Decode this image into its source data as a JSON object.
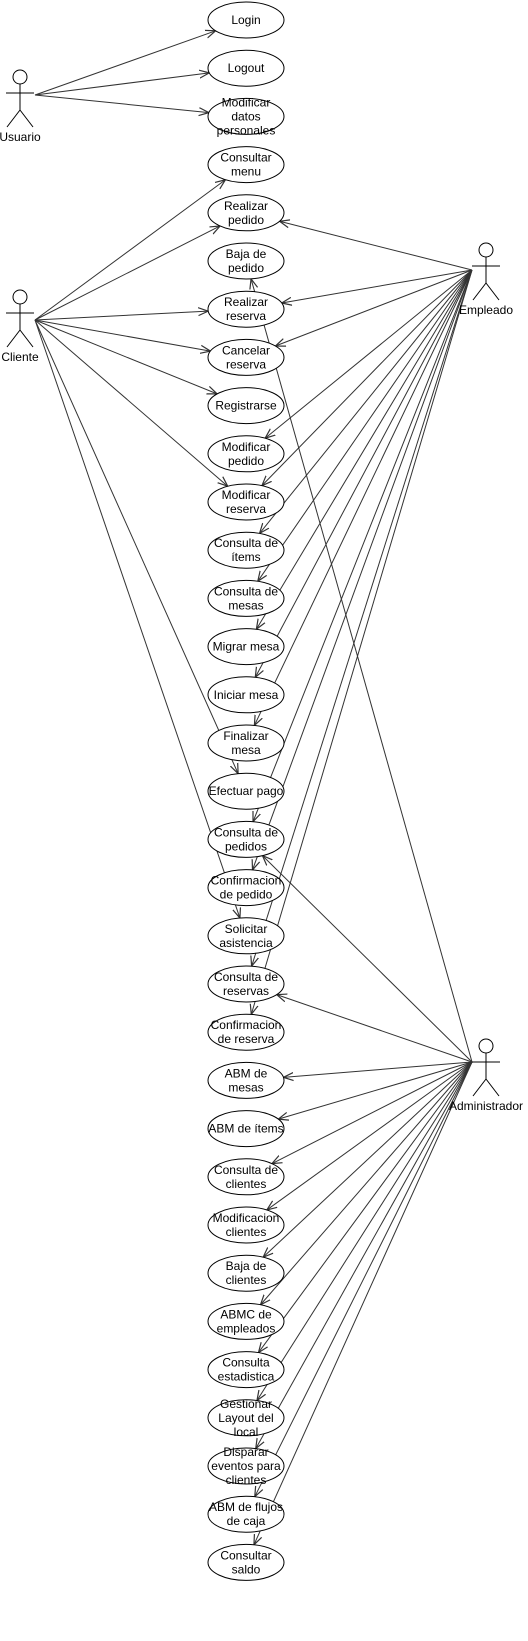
{
  "colors": {
    "line": "#333333",
    "stroke": "#000000",
    "fill": "#ffffff"
  },
  "actors": [
    {
      "id": "usuario",
      "label": "Usuario"
    },
    {
      "id": "cliente",
      "label": "Cliente"
    },
    {
      "id": "empleado",
      "label": "Empleado"
    },
    {
      "id": "administrador",
      "label": "Administrador"
    }
  ],
  "use_cases": [
    {
      "id": "login",
      "lines": [
        "Login"
      ]
    },
    {
      "id": "logout",
      "lines": [
        "Logout"
      ]
    },
    {
      "id": "modificar-datos",
      "lines": [
        "Modificar",
        "datos",
        "personales"
      ]
    },
    {
      "id": "consultar-menu",
      "lines": [
        "Consultar",
        "menu"
      ]
    },
    {
      "id": "realizar-pedido",
      "lines": [
        "Realizar",
        "pedido"
      ]
    },
    {
      "id": "baja-pedido",
      "lines": [
        "Baja de",
        "pedido"
      ]
    },
    {
      "id": "realizar-reserva",
      "lines": [
        "Realizar",
        "reserva"
      ]
    },
    {
      "id": "cancelar-reserva",
      "lines": [
        "Cancelar",
        "reserva"
      ]
    },
    {
      "id": "registrarse",
      "lines": [
        "Registrarse"
      ]
    },
    {
      "id": "modificar-pedido",
      "lines": [
        "Modificar",
        "pedido"
      ]
    },
    {
      "id": "modificar-reserva",
      "lines": [
        "Modificar",
        "reserva"
      ]
    },
    {
      "id": "consulta-items",
      "lines": [
        "Consulta de",
        "ítems"
      ]
    },
    {
      "id": "consulta-mesas",
      "lines": [
        "Consulta de",
        "mesas"
      ]
    },
    {
      "id": "migrar-mesa",
      "lines": [
        "Migrar mesa"
      ]
    },
    {
      "id": "iniciar-mesa",
      "lines": [
        "Iniciar mesa"
      ]
    },
    {
      "id": "finalizar-mesa",
      "lines": [
        "Finalizar",
        "mesa"
      ]
    },
    {
      "id": "efectuar-pago",
      "lines": [
        "Efectuar pago"
      ]
    },
    {
      "id": "consulta-pedidos",
      "lines": [
        "Consulta de",
        "pedidos"
      ]
    },
    {
      "id": "confirmacion-pedido",
      "lines": [
        "Confirmacion",
        "de pedido"
      ]
    },
    {
      "id": "solicitar-asistencia",
      "lines": [
        "Solicitar",
        "asistencia"
      ]
    },
    {
      "id": "consulta-reservas",
      "lines": [
        "Consulta de",
        "reservas"
      ]
    },
    {
      "id": "confirmacion-reserva",
      "lines": [
        "Confirmacion",
        "de reserva"
      ]
    },
    {
      "id": "abm-mesas",
      "lines": [
        "ABM de",
        "mesas"
      ]
    },
    {
      "id": "abm-items",
      "lines": [
        "ABM de ítems"
      ]
    },
    {
      "id": "consulta-clientes",
      "lines": [
        "Consulta de",
        "clientes"
      ]
    },
    {
      "id": "modificacion-clientes",
      "lines": [
        "Modificacion",
        "clientes"
      ]
    },
    {
      "id": "baja-clientes",
      "lines": [
        "Baja de",
        "clientes"
      ]
    },
    {
      "id": "abmc-empleados",
      "lines": [
        "ABMC de",
        "empleados"
      ]
    },
    {
      "id": "consulta-estadistica",
      "lines": [
        "Consulta",
        "estadistica"
      ]
    },
    {
      "id": "gestionar-layout",
      "lines": [
        "Gestionar",
        "Layout del",
        "local"
      ]
    },
    {
      "id": "disparar-eventos",
      "lines": [
        "Disparar",
        "eventos para",
        "clientes"
      ]
    },
    {
      "id": "abm-flujos",
      "lines": [
        "ABM de flujos",
        "de caja"
      ]
    },
    {
      "id": "consultar-saldo",
      "lines": [
        "Consultar",
        "saldo"
      ]
    }
  ],
  "associations": [
    {
      "from": "usuario",
      "to": "login"
    },
    {
      "from": "usuario",
      "to": "logout"
    },
    {
      "from": "usuario",
      "to": "modificar-datos"
    },
    {
      "from": "cliente",
      "to": "consultar-menu"
    },
    {
      "from": "cliente",
      "to": "realizar-pedido"
    },
    {
      "from": "cliente",
      "to": "realizar-reserva"
    },
    {
      "from": "cliente",
      "to": "cancelar-reserva"
    },
    {
      "from": "cliente",
      "to": "registrarse"
    },
    {
      "from": "cliente",
      "to": "modificar-reserva"
    },
    {
      "from": "cliente",
      "to": "efectuar-pago"
    },
    {
      "from": "cliente",
      "to": "solicitar-asistencia"
    },
    {
      "from": "empleado",
      "to": "realizar-pedido"
    },
    {
      "from": "empleado",
      "to": "realizar-reserva"
    },
    {
      "from": "empleado",
      "to": "cancelar-reserva"
    },
    {
      "from": "empleado",
      "to": "modificar-pedido"
    },
    {
      "from": "empleado",
      "to": "modificar-reserva"
    },
    {
      "from": "empleado",
      "to": "consulta-items"
    },
    {
      "from": "empleado",
      "to": "consulta-mesas"
    },
    {
      "from": "empleado",
      "to": "migrar-mesa"
    },
    {
      "from": "empleado",
      "to": "iniciar-mesa"
    },
    {
      "from": "empleado",
      "to": "finalizar-mesa"
    },
    {
      "from": "empleado",
      "to": "consulta-pedidos"
    },
    {
      "from": "empleado",
      "to": "confirmacion-pedido"
    },
    {
      "from": "empleado",
      "to": "consulta-reservas"
    },
    {
      "from": "empleado",
      "to": "confirmacion-reserva"
    },
    {
      "from": "administrador",
      "to": "baja-pedido"
    },
    {
      "from": "administrador",
      "to": "consulta-pedidos"
    },
    {
      "from": "administrador",
      "to": "consulta-reservas"
    },
    {
      "from": "administrador",
      "to": "abm-mesas"
    },
    {
      "from": "administrador",
      "to": "abm-items"
    },
    {
      "from": "administrador",
      "to": "consulta-clientes"
    },
    {
      "from": "administrador",
      "to": "modificacion-clientes"
    },
    {
      "from": "administrador",
      "to": "baja-clientes"
    },
    {
      "from": "administrador",
      "to": "abmc-empleados"
    },
    {
      "from": "administrador",
      "to": "consulta-estadistica"
    },
    {
      "from": "administrador",
      "to": "gestionar-layout"
    },
    {
      "from": "administrador",
      "to": "disparar-eventos"
    },
    {
      "from": "administrador",
      "to": "abm-flujos"
    },
    {
      "from": "administrador",
      "to": "consultar-saldo"
    }
  ]
}
